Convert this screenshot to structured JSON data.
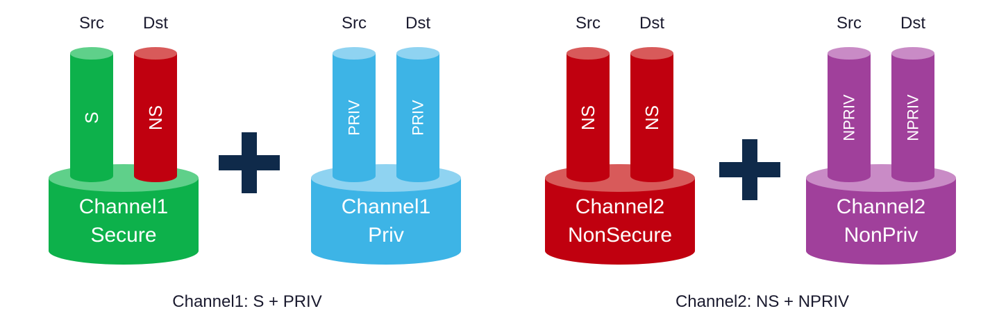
{
  "colors": {
    "green": "#0db14b",
    "green_top": "#5fd08a",
    "red": "#c0000f",
    "red_top": "#d85a5a",
    "blue": "#3db4e6",
    "blue_top": "#8fd3f1",
    "purple": "#a0409b",
    "purple_top": "#c98bc6",
    "plus": "#0f2a4a"
  },
  "groups": [
    {
      "caption": "Channel1: S + PRIV",
      "blocks": [
        {
          "color": "green",
          "title_line1": "Channel1",
          "title_line2": "Secure",
          "src_header": "Src",
          "dst_header": "Dst",
          "src_label": "S",
          "dst_label": "NS",
          "src_color": "green",
          "dst_color": "red"
        },
        {
          "color": "blue",
          "title_line1": "Channel1",
          "title_line2": "Priv",
          "src_header": "Src",
          "dst_header": "Dst",
          "src_label": "PRIV",
          "dst_label": "PRIV",
          "src_color": "blue",
          "dst_color": "blue"
        }
      ]
    },
    {
      "caption": "Channel2: NS + NPRIV",
      "blocks": [
        {
          "color": "red",
          "title_line1": "Channel2",
          "title_line2": "NonSecure",
          "src_header": "Src",
          "dst_header": "Dst",
          "src_label": "NS",
          "dst_label": "NS",
          "src_color": "red",
          "dst_color": "red"
        },
        {
          "color": "purple",
          "title_line1": "Channel2",
          "title_line2": "NonPriv",
          "src_header": "Src",
          "dst_header": "Dst",
          "src_label": "NPRIV",
          "dst_label": "NPRIV",
          "src_color": "purple",
          "dst_color": "purple"
        }
      ]
    }
  ]
}
